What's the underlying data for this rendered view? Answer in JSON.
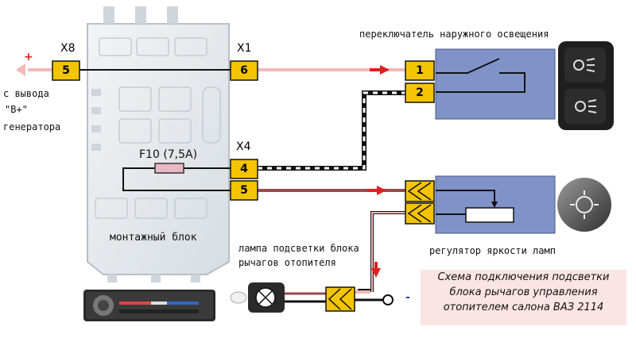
{
  "connectors": {
    "x8": "X8",
    "x1": "X1",
    "x4": "X4"
  },
  "pins": {
    "x8_5": "5",
    "x1_6": "6",
    "x4_4": "4",
    "x4_5": "5",
    "sw_1": "1",
    "sw_2": "2"
  },
  "fuse": "F10 (7,5A)",
  "labels": {
    "generator": [
      "с вывода",
      "\"B+\"",
      "генератора"
    ],
    "mounting_block": "монтажный блок",
    "light_switch": "переключатель наружного освещения",
    "dimmer": "регулятор яркости ламп",
    "lamp": [
      "лампа подсветки блока",
      "рычагов отопителя"
    ]
  },
  "caption": [
    "Схема подключения подсветки",
    "блока рычагов управления",
    "отопителем салона ВАЗ 2114"
  ],
  "polarity": {
    "plus": "+",
    "minus": "-"
  },
  "colors": {
    "wire_pink": "#f4b8b8",
    "wire_brown": "#9a4a4a",
    "arrow_red": "#e02020",
    "connector": "#f5c400",
    "module": "#7f93c8",
    "polarity_plus": "#e02020",
    "polarity_minus": "#2040c0"
  }
}
